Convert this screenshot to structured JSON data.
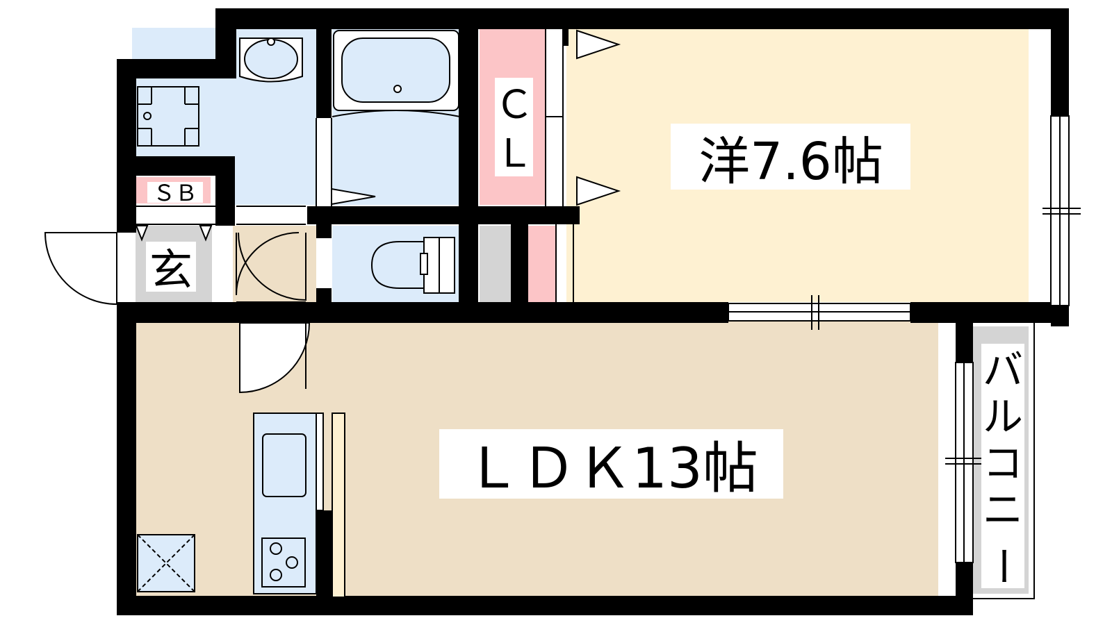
{
  "rooms": {
    "western": {
      "label": "洋7.6帖",
      "color": "#FEF1D2"
    },
    "ldk": {
      "label": "ＬＤＫ13帖",
      "color": "#EEDFC6"
    },
    "closet": {
      "label_line1": "Ｃ",
      "label_line2": "Ｌ",
      "color": "#FCC5C7"
    },
    "shoe_box": {
      "label": "ＳＢ",
      "color": "#FCC5C7"
    },
    "entrance": {
      "label": "玄",
      "color": "#D4D4D4"
    },
    "balcony": {
      "label_chars": [
        "バ",
        "ル",
        "コ",
        "ニ",
        "ー"
      ],
      "color": "#D4D4D4"
    },
    "wet_area": {
      "color": "#DCEBFA"
    }
  },
  "colors": {
    "wall": "#000000",
    "fixture_stroke": "#000000"
  }
}
